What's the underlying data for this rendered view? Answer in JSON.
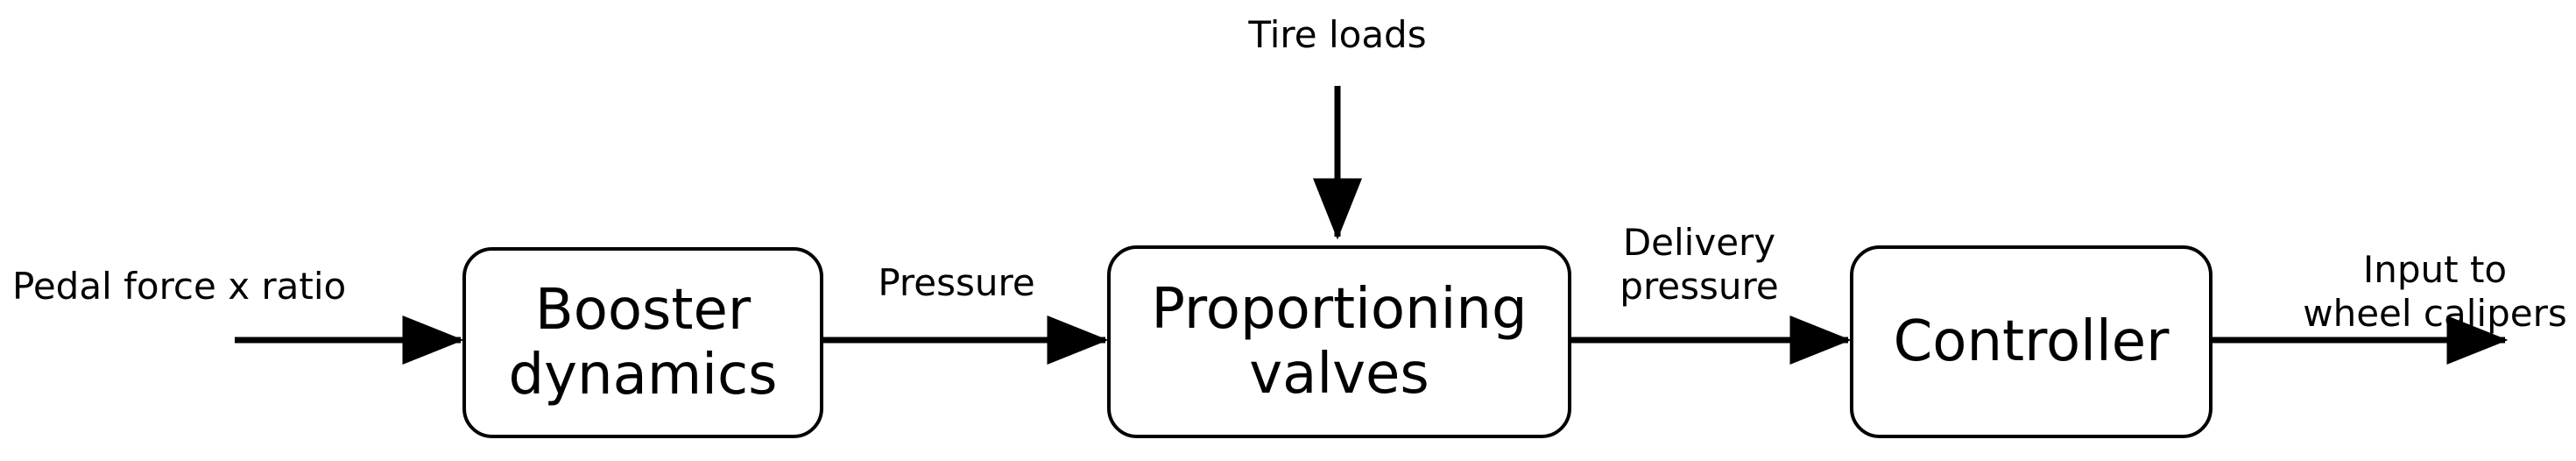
{
  "labels": {
    "tire_loads": "Tire loads",
    "pedal_force": "Pedal force x ratio",
    "pressure": "Pressure",
    "delivery_pressure": [
      "Delivery",
      "pressure"
    ],
    "input_to_calipers": [
      "Input to",
      "wheel calipers"
    ]
  },
  "blocks": {
    "booster": [
      "Booster",
      "dynamics"
    ],
    "proportioning": [
      "Proportioning",
      "valves"
    ],
    "controller": [
      "Controller"
    ]
  },
  "colors": {
    "stroke": "#000000",
    "background": "#ffffff"
  }
}
